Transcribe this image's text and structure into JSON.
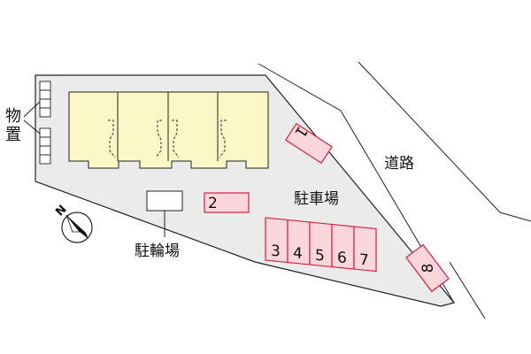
{
  "labels": {
    "storage": "物置",
    "road": "道路",
    "parking": "駐車場",
    "bicycle_parking": "駐輪場",
    "north": "N"
  },
  "parking_spaces": [
    "1",
    "2",
    "3",
    "4",
    "5",
    "6",
    "7",
    "8"
  ],
  "colors": {
    "lot": "#ebebeb",
    "building": "#fbf7c7",
    "space_fill": "#fbd6dc",
    "space_border": "#d6203b",
    "outline": "#222222"
  }
}
